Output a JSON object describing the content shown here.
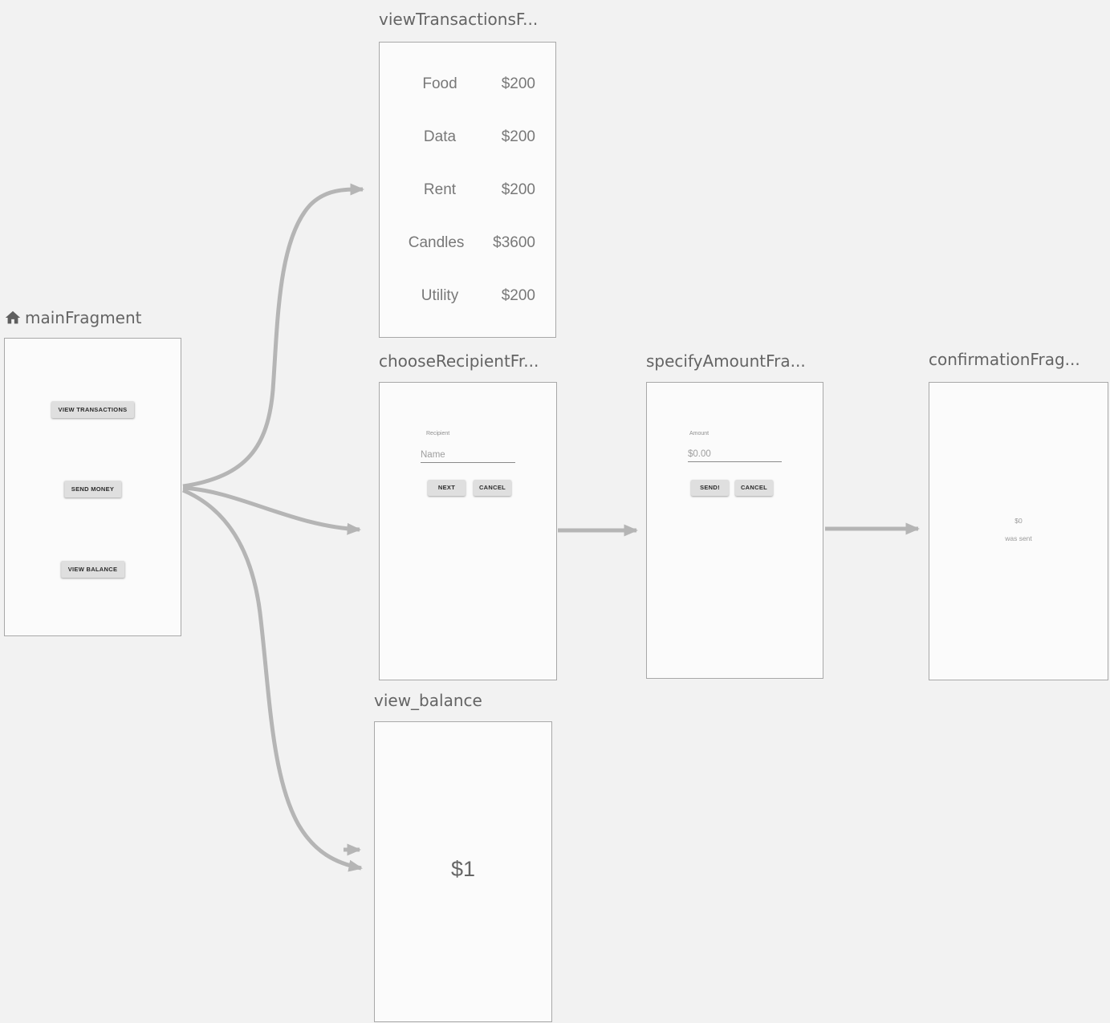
{
  "colors": {
    "background": "#f2f2f2",
    "card": "#fbfbfb",
    "card_border": "#a8a8a8",
    "arrow": "#b5b5b5",
    "title_text": "#646464",
    "button_bg": "#dfdfdf"
  },
  "fragments": {
    "main": {
      "title": "mainFragment",
      "home_icon": "home-icon",
      "buttons": {
        "view_transactions": "VIEW TRANSACTIONS",
        "send_money": "SEND MONEY",
        "view_balance": "VIEW BALANCE"
      }
    },
    "view_transactions": {
      "title": "viewTransactionsF...",
      "rows": [
        {
          "label": "Food",
          "value": "$200"
        },
        {
          "label": "Data",
          "value": "$200"
        },
        {
          "label": "Rent",
          "value": "$200"
        },
        {
          "label": "Candles",
          "value": "$3600"
        },
        {
          "label": "Utility",
          "value": "$200"
        }
      ]
    },
    "choose_recipient": {
      "title": "chooseRecipientFr...",
      "field_label": "Recipient",
      "field_placeholder": "Name",
      "next_button": "NEXT",
      "cancel_button": "CANCEL"
    },
    "specify_amount": {
      "title": "specifyAmountFra...",
      "field_label": "Amount",
      "field_placeholder": "$0.00",
      "send_button": "SEND!",
      "cancel_button": "CANCEL"
    },
    "confirmation": {
      "title": "confirmationFrag...",
      "amount": "$0",
      "message": "was sent"
    },
    "view_balance": {
      "title": "view_balance",
      "balance": "$1"
    }
  }
}
